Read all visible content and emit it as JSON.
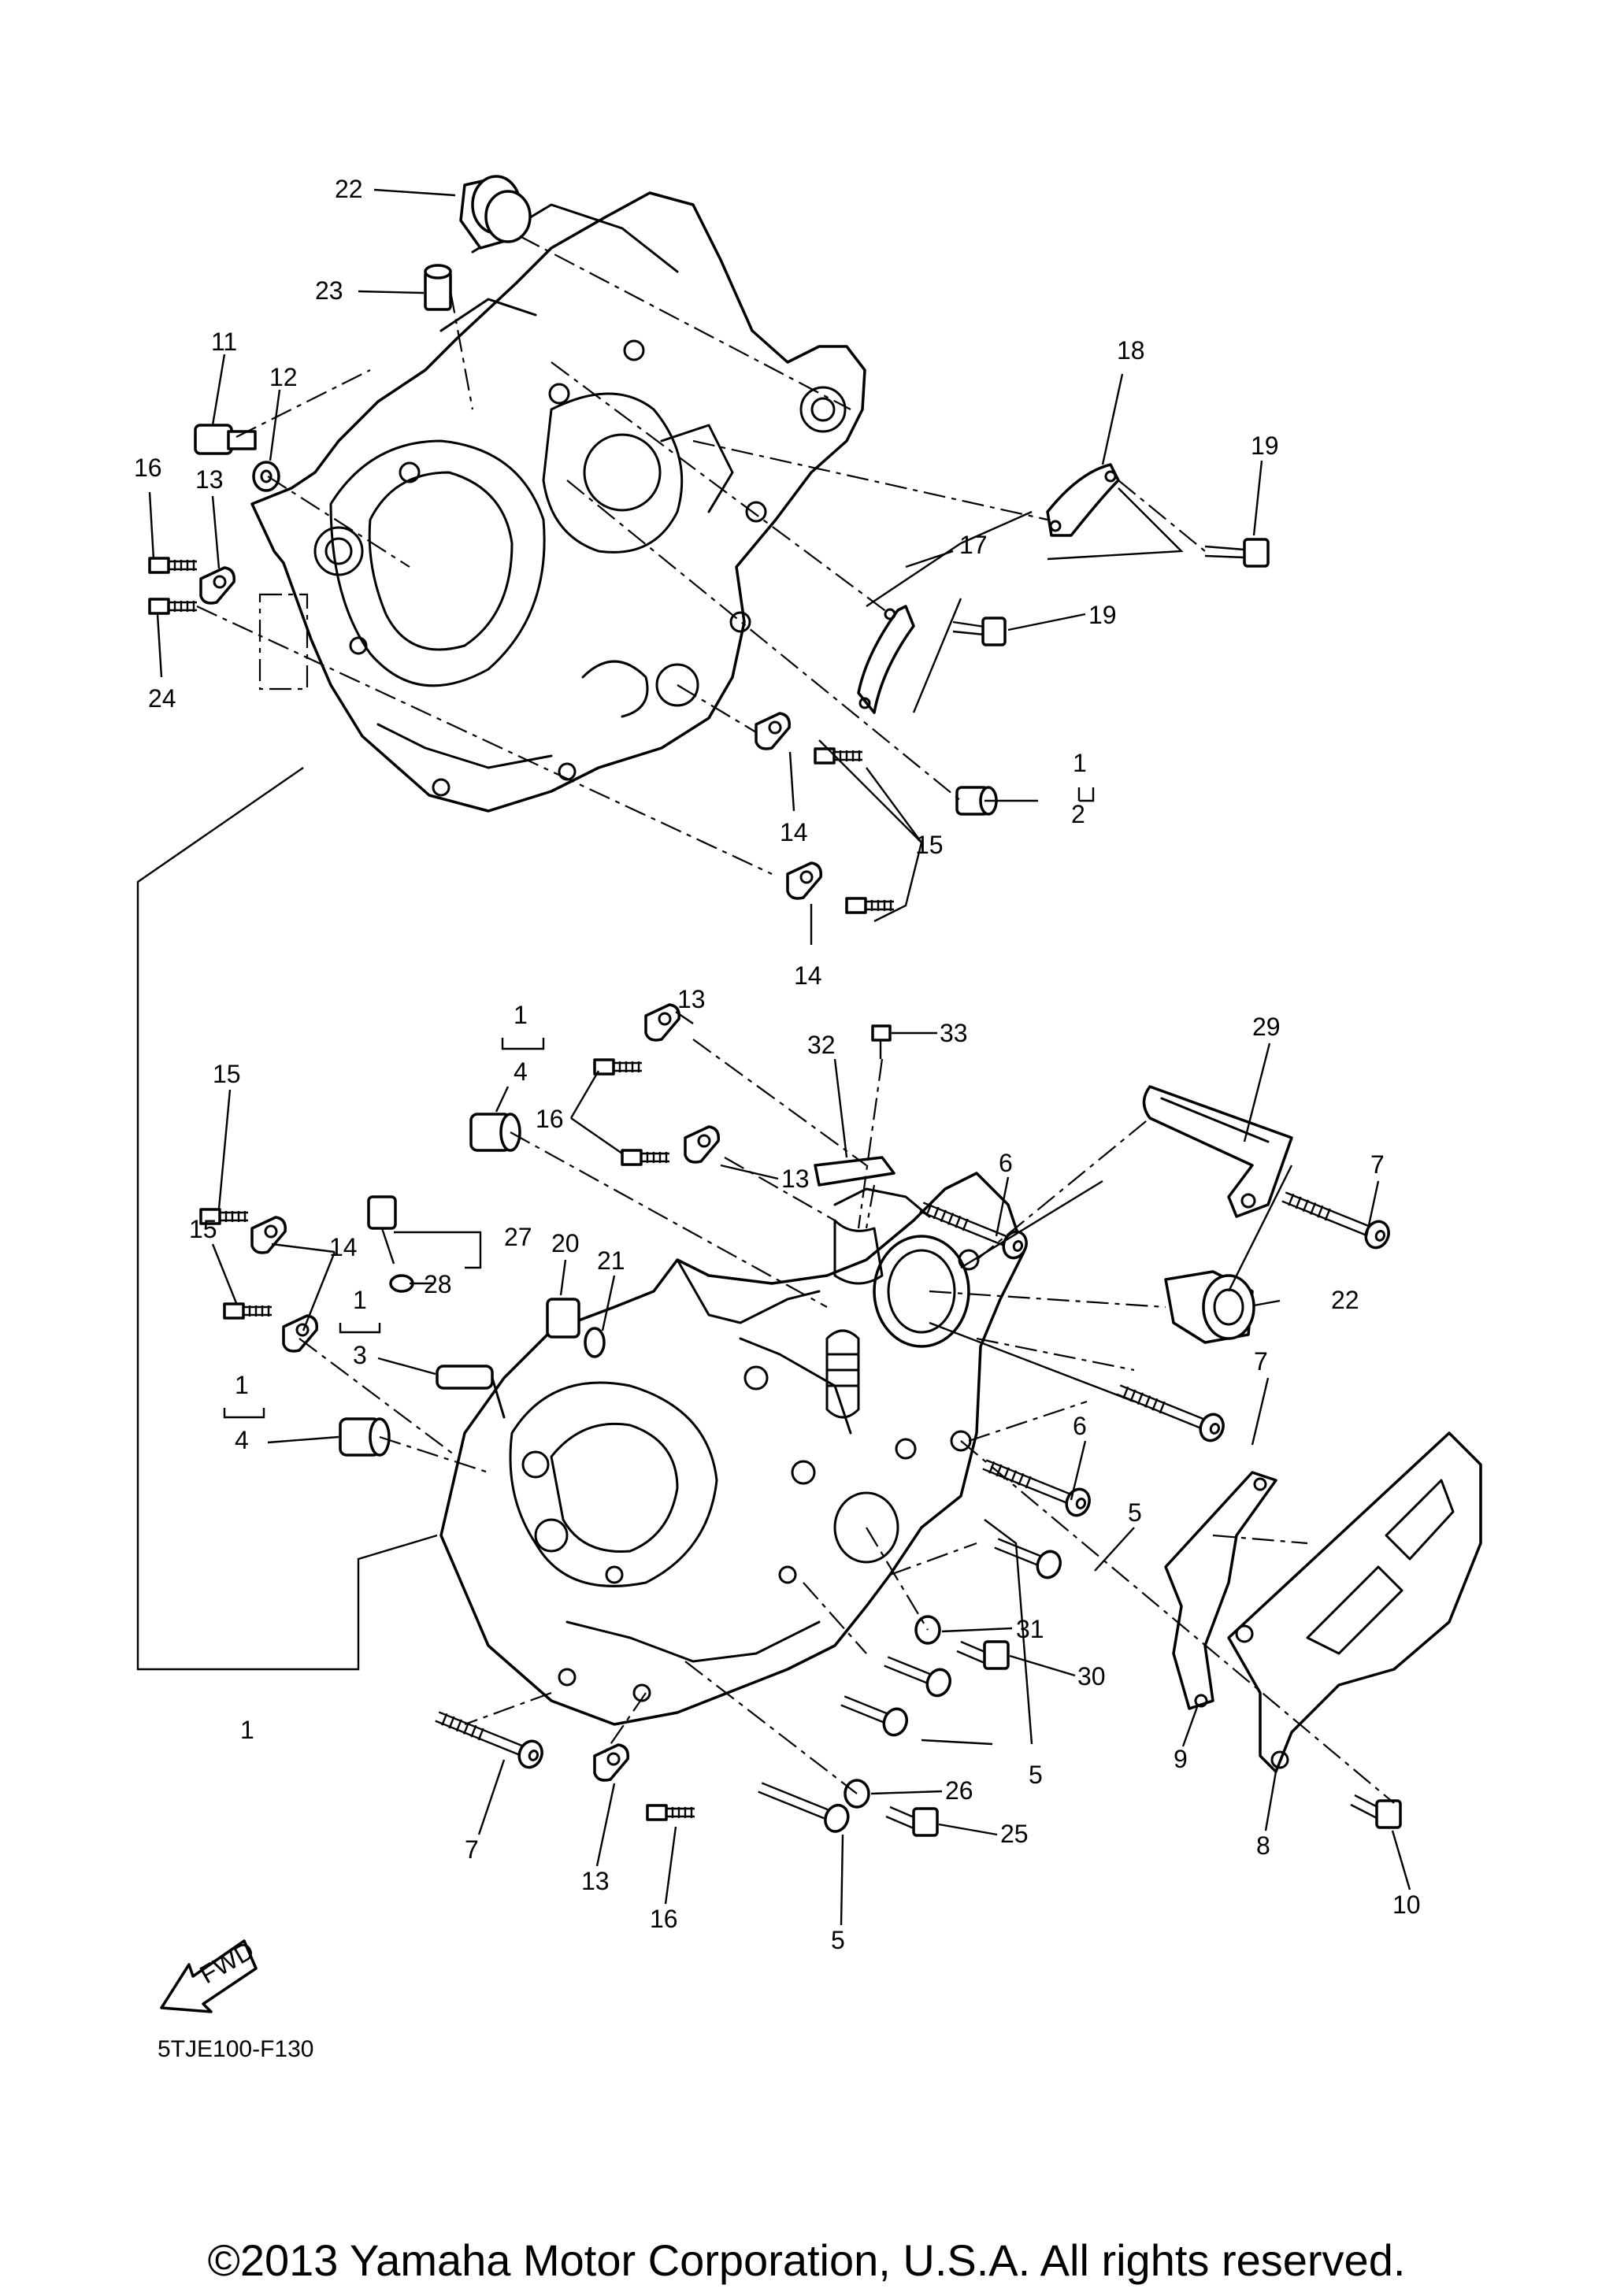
{
  "callouts": {
    "c22a": "22",
    "c23": "23",
    "c11": "11",
    "c12": "12",
    "c16a": "16",
    "c13a": "13",
    "c24": "24",
    "c18": "18",
    "c19a": "19",
    "c17": "17",
    "c19b": "19",
    "c1a": "1",
    "c2": "2",
    "c15a": "15",
    "c14a": "14",
    "c14b": "14",
    "c1b": "1",
    "c4a": "4",
    "c13b": "13",
    "c32": "32",
    "c33": "33",
    "c29": "29",
    "c15b": "15",
    "c16b": "16",
    "c13c": "13",
    "c6a": "6",
    "c7a": "7",
    "c15c": "15",
    "c14c": "14",
    "c27": "27",
    "c20": "20",
    "c21": "21",
    "c28": "28",
    "c22b": "22",
    "c1c": "1",
    "c3": "3",
    "c1d": "1",
    "c4b": "4",
    "c7b": "7",
    "c6b": "6",
    "c5a": "5",
    "c31": "31",
    "c30": "30",
    "c1e": "1",
    "c9": "9",
    "c5b": "5",
    "c26": "26",
    "c25": "25",
    "c8": "8",
    "c7c": "7",
    "c13d": "13",
    "c16c": "16",
    "c5c": "5",
    "c10": "10"
  },
  "fwd_label": "FWD",
  "diagram_code": "5TJE100-F130",
  "copyright": "©2013 Yamaha Motor Corporation, U.S.A. All rights reserved."
}
